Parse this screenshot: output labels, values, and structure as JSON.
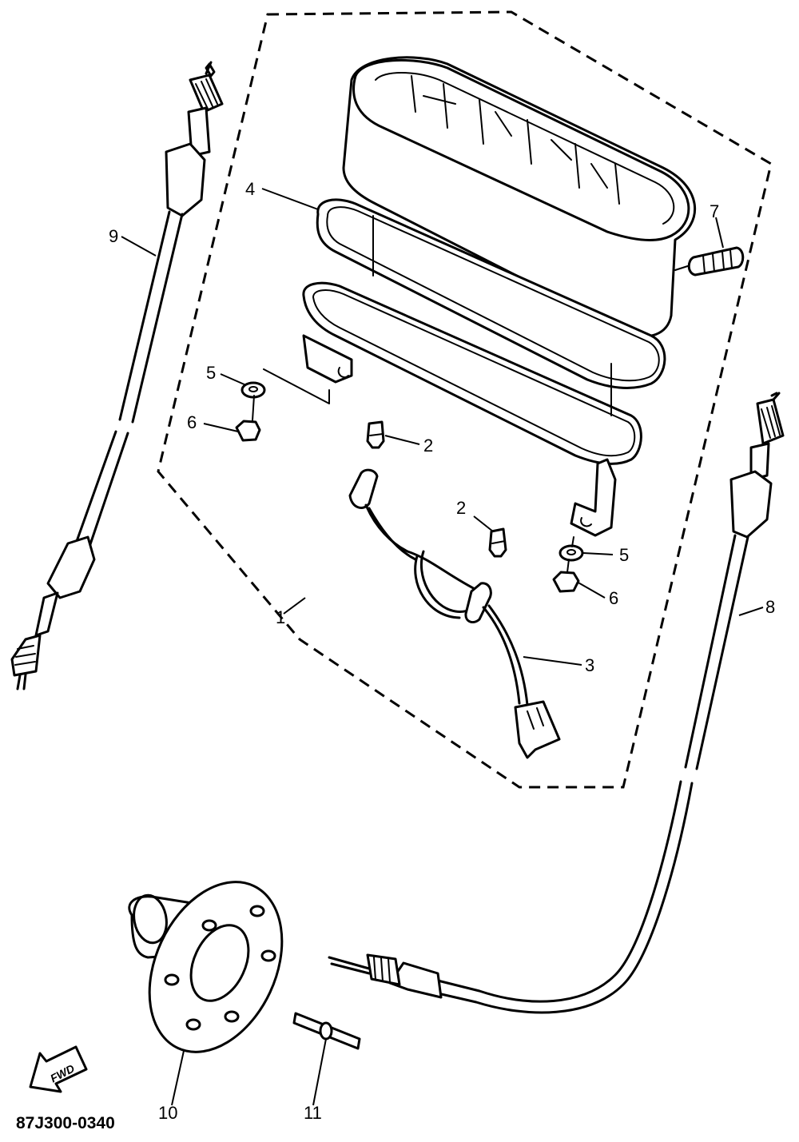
{
  "diagram": {
    "drawing_code": "87J300-0340",
    "fwd_label": "FWD",
    "callouts": {
      "c1": "1",
      "c2a": "2",
      "c2b": "2",
      "c3": "3",
      "c4": "4",
      "c5a": "5",
      "c5b": "5",
      "c6a": "6",
      "c6b": "6",
      "c7": "7",
      "c8": "8",
      "c9": "9",
      "c10": "10",
      "c11": "11"
    }
  }
}
